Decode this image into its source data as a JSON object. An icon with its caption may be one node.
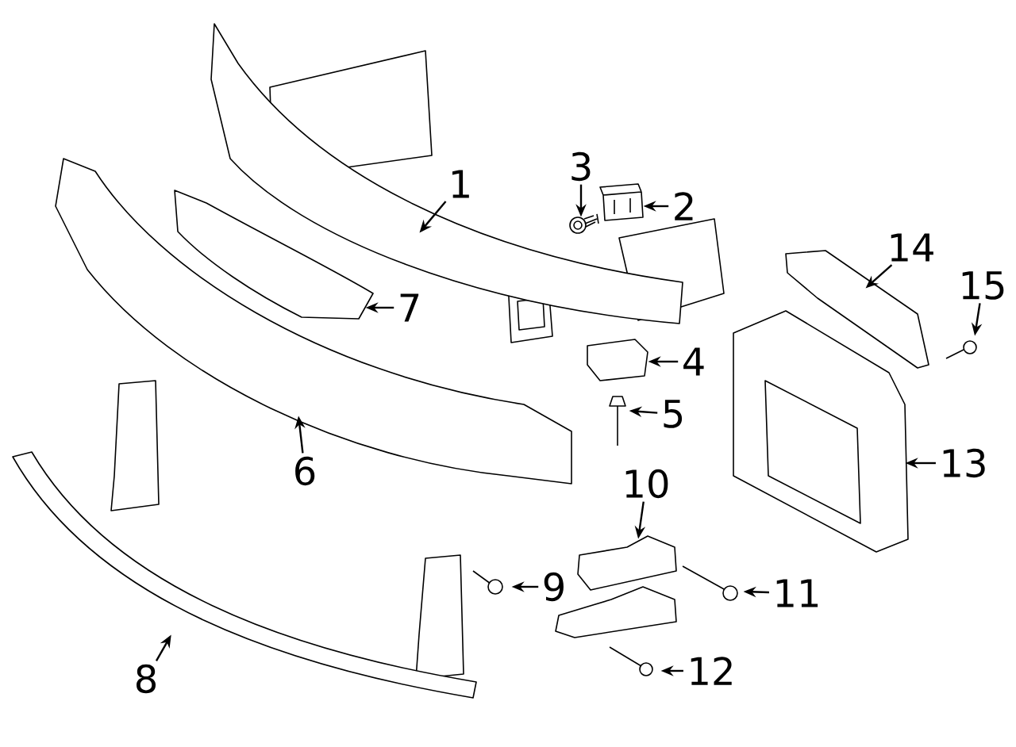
{
  "diagram": {
    "nodes": [
      {
        "text": [
          "1"
        ]
      },
      {
        "text": [
          "2"
        ]
      },
      {
        "text": [
          "3"
        ]
      },
      {
        "text": [
          "4"
        ]
      },
      {
        "text": [
          "5"
        ]
      },
      {
        "text": [
          "6"
        ]
      },
      {
        "text": [
          "7"
        ]
      },
      {
        "text": [
          "8"
        ]
      },
      {
        "text": [
          "9"
        ]
      },
      {
        "text": [
          "10"
        ]
      },
      {
        "text": [
          "11"
        ]
      },
      {
        "text": [
          "12"
        ]
      },
      {
        "text": [
          "13"
        ]
      },
      {
        "text": [
          "14"
        ]
      },
      {
        "text": [
          "15"
        ]
      },
      {
        "text": [],
        "shape": "picture"
      },
      {
        "text": [],
        "shape": "picture"
      },
      {
        "text": [],
        "shape": "picture"
      },
      {
        "text": [],
        "shape": "picture"
      },
      {
        "text": [],
        "shape": "picture"
      },
      {
        "text": [],
        "shape": "picture"
      },
      {
        "text": [],
        "shape": "picture"
      },
      {
        "text": [],
        "shape": "picture"
      },
      {
        "text": [],
        "shape": "picture"
      },
      {
        "text": [],
        "shape": "picture"
      },
      {
        "text": [],
        "shape": "picture"
      },
      {
        "text": [],
        "shape": "picture"
      },
      {
        "text": [],
        "shape": "picture"
      },
      {
        "text": [],
        "shape": "picture"
      },
      {
        "text": [],
        "shape": "picture"
      }
    ],
    "edges": [
      {
        "from": 0,
        "to": 15,
        "arrow": "to"
      },
      {
        "from": 1,
        "to": 16,
        "arrow": "to"
      },
      {
        "from": 2,
        "to": 17,
        "arrow": "to"
      },
      {
        "from": 3,
        "to": 18,
        "arrow": "to"
      },
      {
        "from": 4,
        "to": 19,
        "arrow": "to"
      },
      {
        "from": 5,
        "to": 20,
        "arrow": "to"
      },
      {
        "from": 6,
        "to": 21,
        "arrow": "to"
      },
      {
        "from": 7,
        "to": 22,
        "arrow": "to"
      },
      {
        "from": 8,
        "to": 23,
        "arrow": "to"
      },
      {
        "from": 9,
        "to": 24,
        "arrow": "to"
      },
      {
        "from": 10,
        "to": 25,
        "arrow": "to"
      },
      {
        "from": 11,
        "to": 26,
        "arrow": "to"
      },
      {
        "from": 12,
        "to": 27,
        "arrow": "to"
      },
      {
        "from": 13,
        "to": 28,
        "arrow": "to"
      },
      {
        "from": 14,
        "to": 29,
        "arrow": "to"
      }
    ]
  }
}
